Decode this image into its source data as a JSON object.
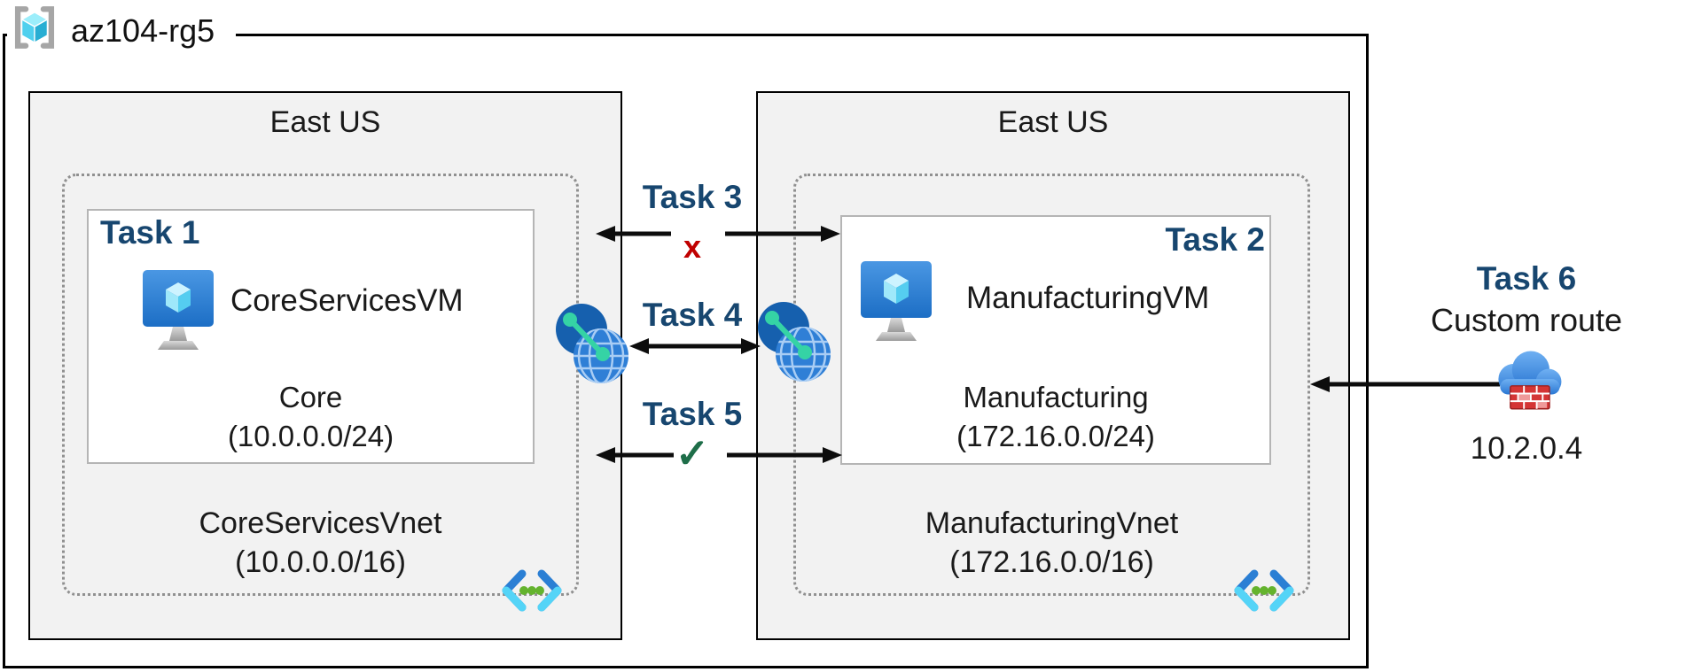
{
  "resource_group": {
    "name": "az104-rg5"
  },
  "regions": [
    {
      "name": "East US",
      "vnet": {
        "name": "CoreServicesVnet",
        "cidr": "(10.0.0.0/16)"
      },
      "subnet": {
        "task_label": "Task 1",
        "vm_name": "CoreServicesVM",
        "name": "Core",
        "cidr": "(10.0.0.0/24)"
      }
    },
    {
      "name": "East US",
      "vnet": {
        "name": "ManufacturingVnet",
        "cidr": "(172.16.0.0/16)"
      },
      "subnet": {
        "task_label": "Task 2",
        "vm_name": "ManufacturingVM",
        "name": "Manufacturing",
        "cidr": "(172.16.0.0/24)"
      }
    }
  ],
  "connections": {
    "task3": {
      "label": "Task 3",
      "status_mark": "x"
    },
    "task4": {
      "label": "Task 4"
    },
    "task5": {
      "label": "Task 5",
      "status_mark": "✓"
    },
    "task6": {
      "label": "Task 6",
      "description": "Custom route",
      "ip": "10.2.0.4"
    }
  },
  "colors": {
    "task_label": "#17466F",
    "blocked_mark": "#C00000",
    "allowed_mark": "#1E6E49",
    "region_fill": "#f2f2f2",
    "arrow": "#0d0d0d",
    "vnet_border": "#909090"
  }
}
